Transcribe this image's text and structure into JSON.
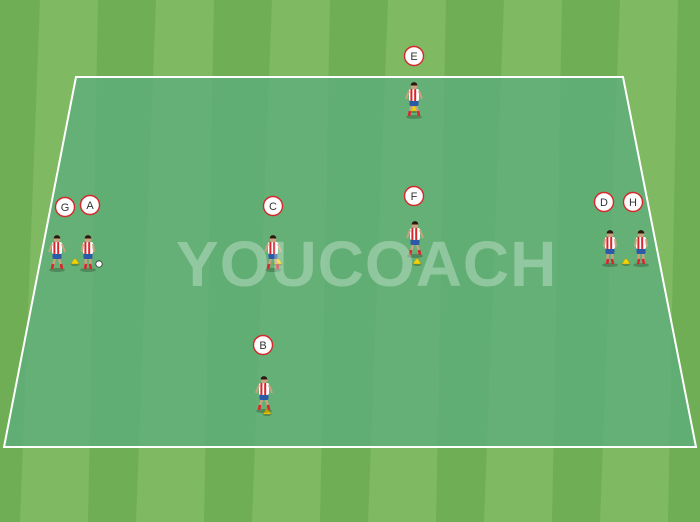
{
  "brand": {
    "watermark": "YOUCOACH"
  },
  "colors": {
    "grass_dark": "#6fae55",
    "grass_light": "#8cc26b",
    "field": "#5fae7a",
    "line": "#ffffff",
    "shirt_red": "#d8262d",
    "shorts_blue": "#2c5aa8",
    "cone_yellow": "#f2d20a",
    "label_ring": "#d8262d"
  },
  "players": [
    {
      "id": "E",
      "label": "E",
      "cone": true
    },
    {
      "id": "G",
      "label": "G",
      "cone": true
    },
    {
      "id": "A",
      "label": "A",
      "cone": false,
      "ball": true
    },
    {
      "id": "C",
      "label": "C",
      "cone": true
    },
    {
      "id": "F",
      "label": "F",
      "cone": true
    },
    {
      "id": "D",
      "label": "D",
      "cone": true
    },
    {
      "id": "H",
      "label": "H",
      "cone": false
    },
    {
      "id": "B",
      "label": "B",
      "cone": true
    }
  ]
}
